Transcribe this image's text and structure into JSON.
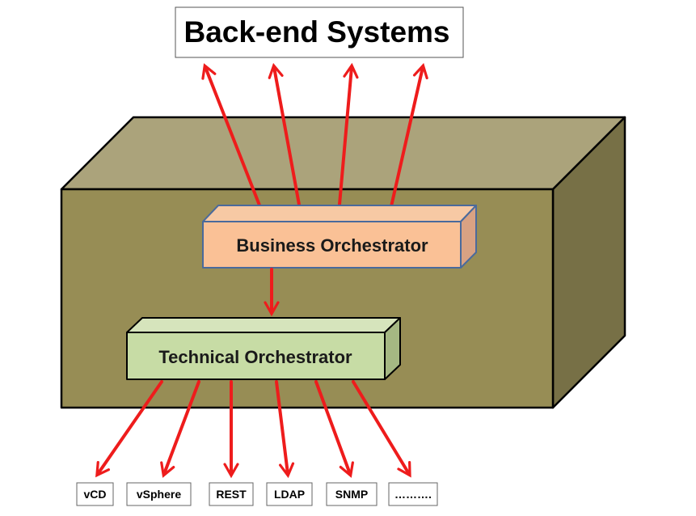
{
  "title": "Back-end Systems",
  "business_orchestrator": "Business Orchestrator",
  "technical_orchestrator": "Technical Orchestrator",
  "endpoints": [
    "vCD",
    "vSphere",
    "REST",
    "LDAP",
    "SNMP",
    "………."
  ],
  "colors": {
    "container_front": "#978d55",
    "container_top": "#aba37b",
    "container_side": "#777046",
    "business_fill": "#fac196",
    "business_top": "#f7c9a4",
    "business_side": "#d9a283",
    "business_border": "#4a6a9c",
    "technical_fill": "#c7dca5",
    "technical_top": "#d6e4bc",
    "technical_side": "#a5b883",
    "arrow": "#ee1c1c"
  }
}
